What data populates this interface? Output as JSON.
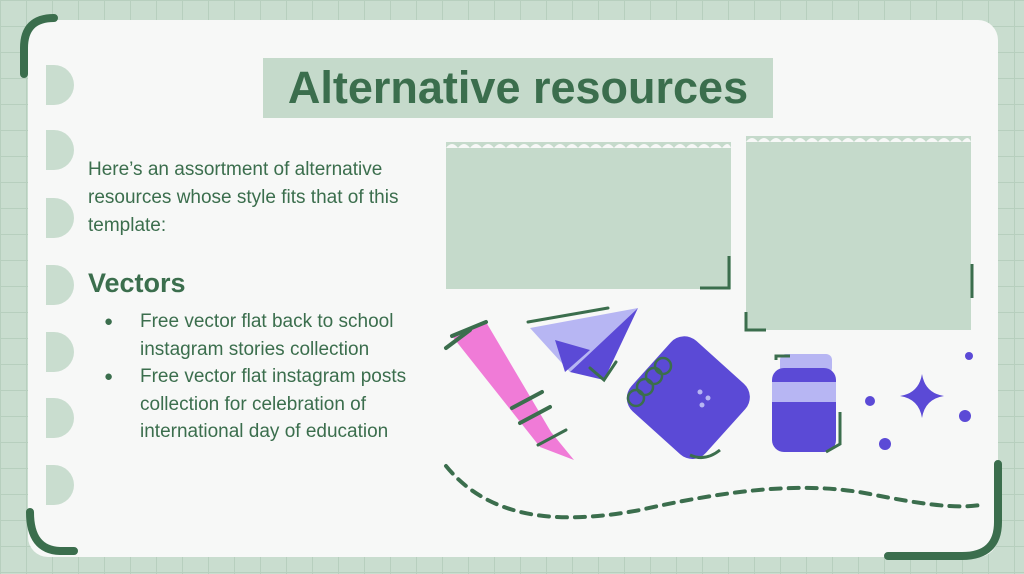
{
  "slide": {
    "title": "Alternative resources",
    "intro": "Here’s an assortment of alternative resources whose style fits that of this template:",
    "vectors_heading": "Vectors",
    "vectors": [
      "Free vector flat back to school instagram stories collection",
      "Free vector flat instagram posts collection for celebration of international day of education"
    ],
    "bullet": "●"
  },
  "colors": {
    "accent": "#3b6e4d",
    "background": "#c9ddcf",
    "card": "#f7f8f7",
    "pink": "#f07bd7",
    "purple": "#5b4ad6",
    "lavender": "#b7b6f3"
  },
  "illustrations": [
    "paper-note-left",
    "paper-note-right",
    "crayon-icon",
    "paper-plane-icon",
    "notebook-icon",
    "backpack-icon",
    "sparkle-icon",
    "dashed-path"
  ]
}
